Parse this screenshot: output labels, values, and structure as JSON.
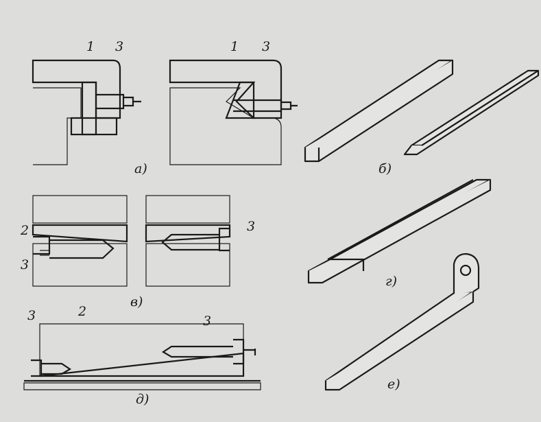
{
  "figure": {
    "labels": {
      "a_part1": "1",
      "a_part3": "3",
      "a2_part1": "1",
      "a2_part3": "3",
      "a_caption": "а)",
      "b_caption": "б)",
      "v_part2": "2",
      "v_part3_left": "3",
      "v_part3_right": "3",
      "v_caption": "в)",
      "g_caption": "г)",
      "d_part3_left": "3",
      "d_part2": "2",
      "d_part3_right": "3",
      "d_caption": "д)",
      "e_caption": "е)"
    }
  }
}
